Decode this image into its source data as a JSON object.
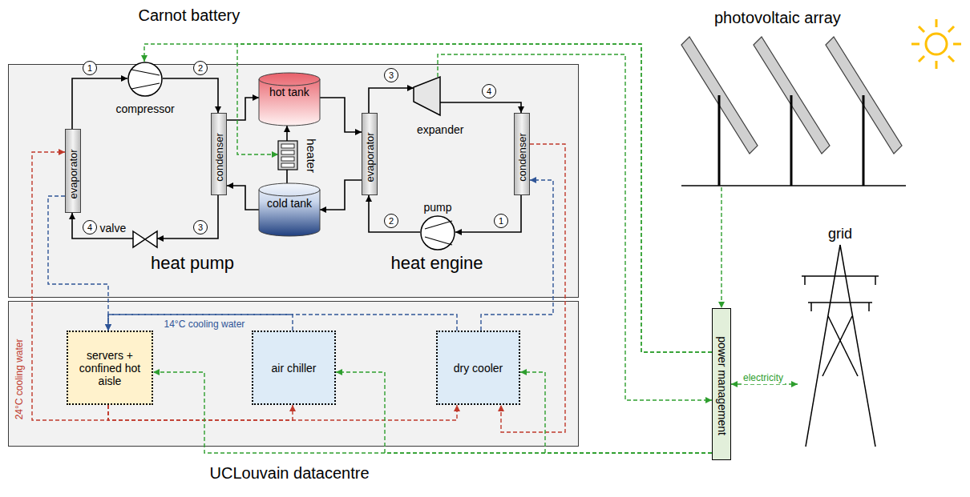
{
  "diagram": {
    "nodes": [
      {
        "text": [
          "Carnot battery"
        ]
      },
      {
        "text": [
          "evaporator"
        ],
        "in": 0
      },
      {
        "text": [
          "condenser"
        ],
        "in": 0
      },
      {
        "text": [
          "hot tank"
        ],
        "in": 0
      },
      {
        "text": [
          "heater"
        ],
        "in": 0
      },
      {
        "text": [
          "cold tank"
        ],
        "in": 0
      },
      {
        "text": [
          "evaporator"
        ],
        "in": 0
      },
      {
        "text": [
          "condenser"
        ],
        "in": 0
      },
      {
        "text": [
          "compressor"
        ],
        "in": 0
      },
      {
        "text": [
          "valve"
        ],
        "in": 0
      },
      {
        "text": [
          "expander"
        ],
        "in": 0
      },
      {
        "text": [
          "pump"
        ],
        "in": 0
      },
      {
        "text": [
          "UCLouvain datacentre"
        ]
      },
      {
        "text": [
          "servers + confined hot aisle"
        ],
        "in": 12
      },
      {
        "text": [
          "air chiller"
        ],
        "in": 12
      },
      {
        "text": [
          "dry cooler"
        ],
        "in": 12
      },
      {
        "text": [
          "photovoltaic array"
        ]
      },
      {
        "text": [
          "power management"
        ]
      },
      {
        "text": [
          "grid"
        ]
      }
    ],
    "edges": [
      {
        "from": 1,
        "to": 8,
        "arrow": "to"
      },
      {
        "from": 8,
        "to": 2,
        "arrow": "to"
      },
      {
        "from": 2,
        "to": 9,
        "arrow": "to"
      },
      {
        "from": 9,
        "to": 1,
        "arrow": "to"
      },
      {
        "from": 2,
        "to": 3,
        "arrow": "to"
      },
      {
        "from": 5,
        "to": 2,
        "arrow": "to"
      },
      {
        "from": 5,
        "to": 4,
        "arrow": "none"
      },
      {
        "from": 4,
        "to": 3,
        "arrow": "to"
      },
      {
        "from": 3,
        "to": 6,
        "arrow": "to"
      },
      {
        "from": 6,
        "to": 5,
        "arrow": "to"
      },
      {
        "from": 6,
        "to": 10,
        "arrow": "to"
      },
      {
        "from": 10,
        "to": 7,
        "arrow": "to"
      },
      {
        "from": 7,
        "to": 11,
        "arrow": "to"
      },
      {
        "from": 11,
        "to": 6,
        "arrow": "to"
      },
      {
        "from": 1,
        "to": 13,
        "arrow": "to"
      },
      {
        "from": 14,
        "to": 13,
        "arrow": "to"
      },
      {
        "from": 15,
        "to": 13,
        "arrow": "to"
      },
      {
        "from": 15,
        "to": 7,
        "arrow": "to"
      },
      {
        "from": 13,
        "to": 1,
        "arrow": "to"
      },
      {
        "from": 13,
        "to": 14,
        "arrow": "to"
      },
      {
        "from": 13,
        "to": 15,
        "arrow": "to"
      },
      {
        "from": 7,
        "to": 15,
        "arrow": "to"
      },
      {
        "from": 16,
        "to": 17,
        "arrow": "to"
      },
      {
        "from": 17,
        "to": 18,
        "label": "electricity",
        "arrow": "both"
      },
      {
        "from": 17,
        "to": 8,
        "arrow": "to"
      },
      {
        "from": 17,
        "to": 4,
        "arrow": "to"
      },
      {
        "from": 10,
        "to": 17,
        "arrow": "to"
      },
      {
        "from": 17,
        "to": 13,
        "arrow": "to"
      },
      {
        "from": 17,
        "to": 14,
        "arrow": "to"
      },
      {
        "from": 17,
        "to": 15,
        "arrow": "to"
      }
    ],
    "labels": [
      "heat pump",
      "heat engine",
      "1",
      "2",
      "3",
      "4",
      "3",
      "4",
      "2",
      "1",
      "14°C cooling water",
      "24°C cooling water"
    ]
  }
}
